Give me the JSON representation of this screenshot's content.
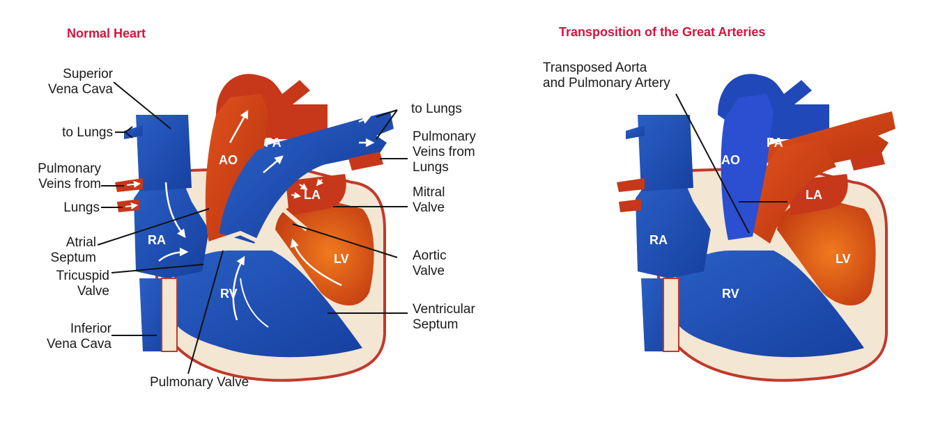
{
  "colors": {
    "title": "#d4143c",
    "deoxy": "#1d4fb3",
    "oxy": "#d8451a",
    "wall": "#f3e6d2",
    "outline": "#c0392b"
  },
  "normal": {
    "title": "Normal Heart",
    "labels": {
      "svc_1": "Superior",
      "svc_2": "Vena Cava",
      "to_lungs_left": "to Lungs",
      "pv_left_1": "Pulmonary",
      "pv_left_2": "Veins from",
      "pv_left_3": "Lungs",
      "atrial_1": "Atrial",
      "atrial_2": "Septum",
      "tricuspid_1": "Tricuspid",
      "tricuspid_2": "Valve",
      "ivc_1": "Inferior",
      "ivc_2": "Vena Cava",
      "pulm_valve": "Pulmonary Valve",
      "to_lungs_right": "to Lungs",
      "pv_right_1": "Pulmonary",
      "pv_right_2": "Veins from",
      "pv_right_3": "Lungs",
      "mitral_1": "Mitral",
      "mitral_2": "Valve",
      "aortic_1": "Aortic",
      "aortic_2": "Valve",
      "vsept_1": "Ventricular",
      "vsept_2": "Septum"
    },
    "chambers": {
      "ao": "AO",
      "pa": "PA",
      "la": "LA",
      "ra": "RA",
      "rv": "RV",
      "lv": "LV"
    }
  },
  "tga": {
    "title": "Transposition of the Great Arteries",
    "labels": {
      "transposed_1": "Transposed Aorta",
      "transposed_2": "and Pulmonary Artery"
    },
    "chambers": {
      "ao": "AO",
      "pa": "PA",
      "la": "LA",
      "ra": "RA",
      "rv": "RV",
      "lv": "LV"
    }
  }
}
